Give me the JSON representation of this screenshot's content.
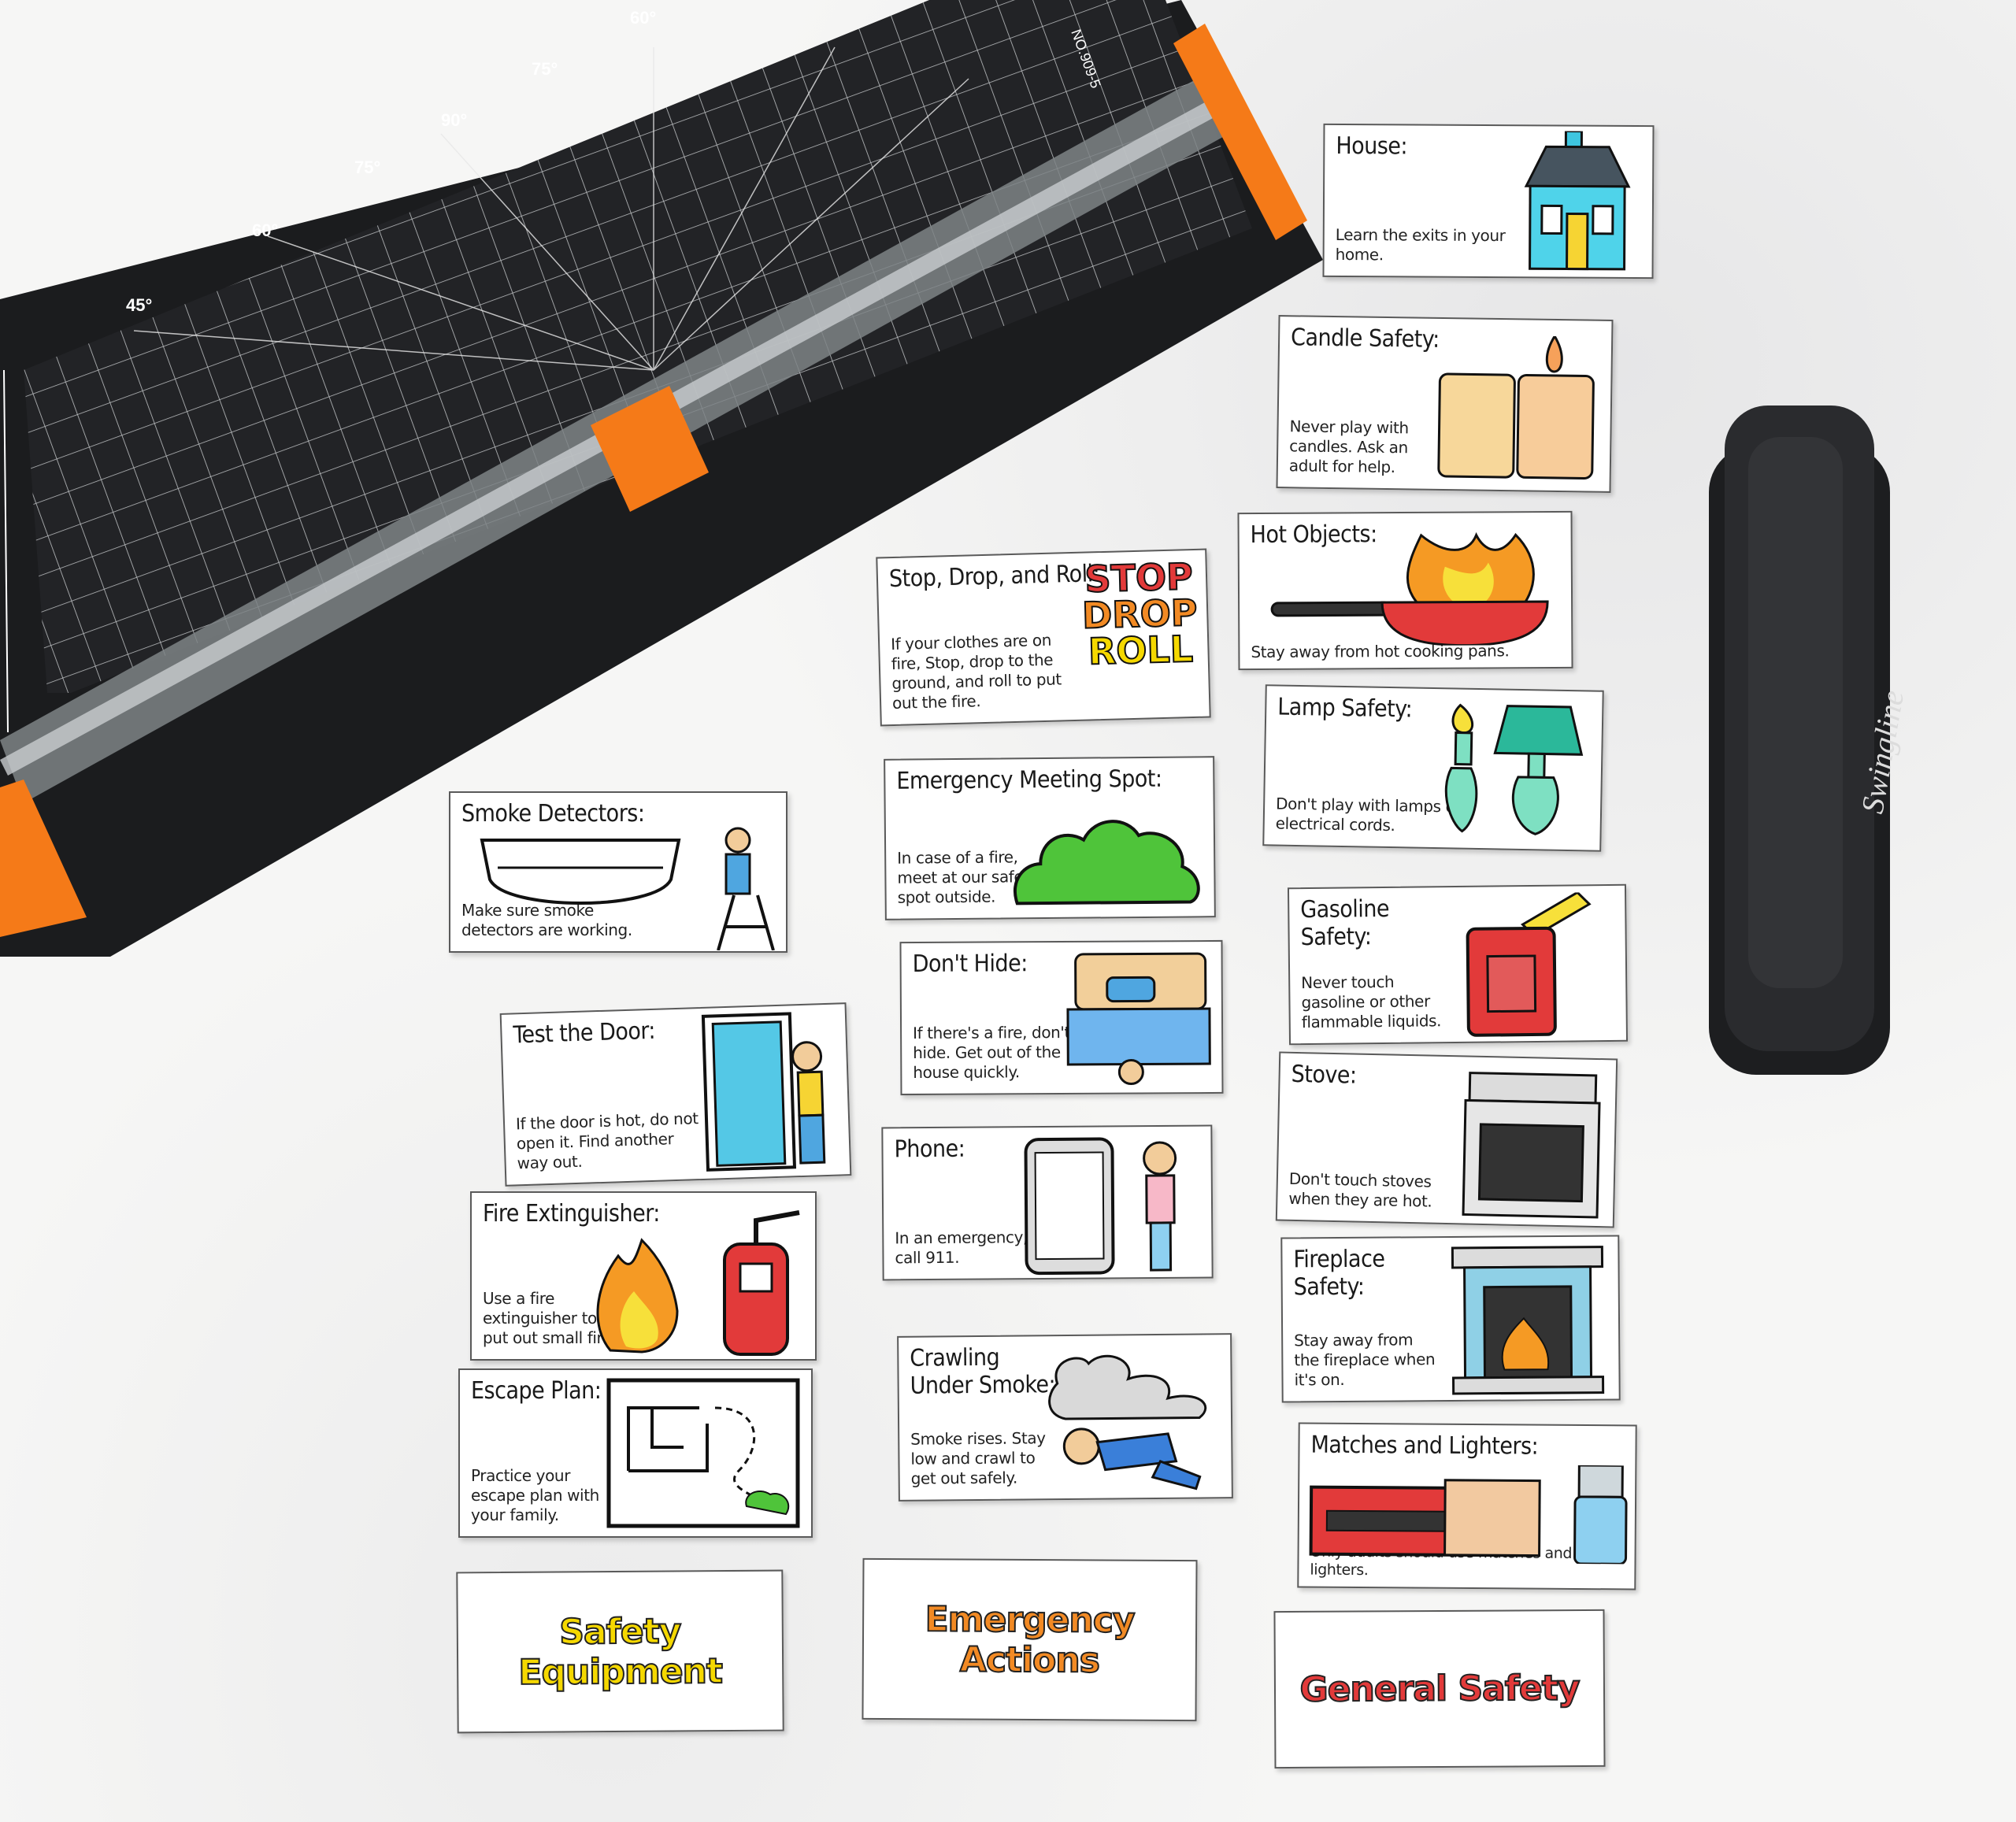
{
  "cutter": {
    "model": "NO.909-5",
    "angles": [
      "45°",
      "60°",
      "75°",
      "90°",
      "75°",
      "60°"
    ]
  },
  "stapler": {
    "brand": "Swingline"
  },
  "cards": {
    "house": {
      "title": "House:",
      "body": [
        "Learn the exits in your",
        "home."
      ]
    },
    "candle": {
      "title": "Candle Safety:",
      "body": [
        "Never play with",
        "candles. Ask an",
        "adult for help."
      ]
    },
    "hot": {
      "title": "Hot Objects:",
      "body": [
        "Stay away from hot cooking pans."
      ]
    },
    "stop": {
      "title": "Stop, Drop, and Roll:",
      "body": [
        "If your clothes are on",
        "fire, Stop, drop to the",
        "ground, and roll to put",
        "out the fire."
      ],
      "art": [
        "STOP",
        "DROP",
        "ROLL"
      ]
    },
    "lamp": {
      "title": "Lamp Safety:",
      "body": [
        "Don't play with lamps or",
        "electrical cords."
      ]
    },
    "smoke": {
      "title": "Smoke Detectors:",
      "body": [
        "Make sure smoke",
        "detectors are working."
      ]
    },
    "meeting": {
      "title": "Emergency Meeting Spot:",
      "body": [
        "In case of a fire,",
        "meet at our safe",
        "spot outside."
      ]
    },
    "gasoline": {
      "title": "Gasoline\nSafety:",
      "title_lines": [
        "Gasoline",
        "Safety:"
      ],
      "body": [
        "Never touch",
        "gasoline or other",
        "flammable liquids."
      ]
    },
    "hide": {
      "title": "Don't Hide:",
      "body": [
        "If there's a fire, don't",
        "hide. Get out of the",
        "house quickly."
      ]
    },
    "door": {
      "title": "Test the Door:",
      "body": [
        "If the door is hot, do not",
        "open it. Find another",
        "way out."
      ]
    },
    "stove": {
      "title": "Stove:",
      "body": [
        "Don't touch stoves",
        "when they are hot."
      ]
    },
    "phone": {
      "title": "Phone:",
      "body": [
        "In an emergency,",
        "call 911."
      ]
    },
    "extinguisher": {
      "title": "Fire Extinguisher:",
      "body": [
        "Use a fire",
        "extinguisher to",
        "put out small fires."
      ]
    },
    "fireplace": {
      "title_lines": [
        "Fireplace",
        "Safety:"
      ],
      "body": [
        "Stay away from",
        "the fireplace when",
        "it's on."
      ]
    },
    "escape": {
      "title": "Escape Plan:",
      "body": [
        "Practice your",
        "escape plan with",
        "your family."
      ]
    },
    "crawl": {
      "title_lines": [
        "Crawling",
        "Under Smoke:"
      ],
      "body": [
        "Smoke rises. Stay",
        "low and crawl to",
        "get out safely."
      ]
    },
    "matches": {
      "title": "Matches and Lighters:",
      "body": [
        "Only adults should use matches and lighters."
      ]
    }
  },
  "labels": {
    "equipment": {
      "text": "Safety Equipment",
      "color": "#f5d800"
    },
    "actions": {
      "text": "Emergency Actions",
      "color": "#f28a24"
    },
    "general": {
      "text": "General Safety",
      "color": "#e23a3a"
    }
  }
}
